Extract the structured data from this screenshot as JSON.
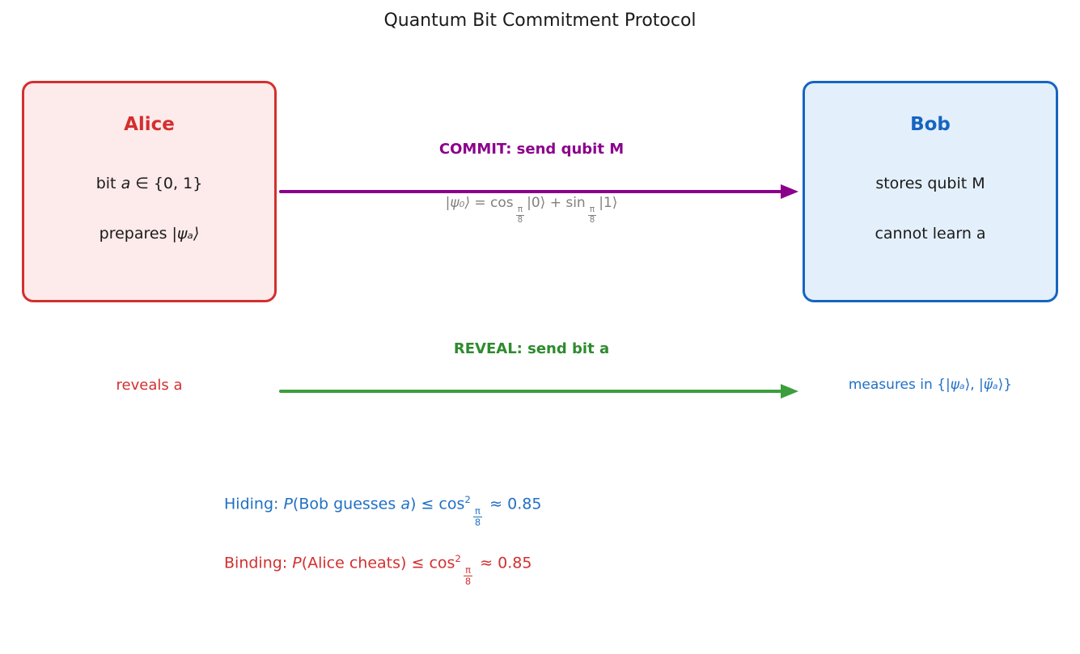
{
  "title": "Quantum Bit Commitment Protocol",
  "alice": {
    "title": "Alice",
    "line1": {
      "pre": "bit ",
      "var": "a",
      "post": " ∈ {0, 1}"
    },
    "line2": {
      "pre": "prepares ",
      "math": "|ψₐ⟩"
    }
  },
  "bob": {
    "title": "Bob",
    "line1": "stores qubit M",
    "line2": "cannot learn a"
  },
  "commit": {
    "label": "COMMIT: send qubit M",
    "formula": {
      "ket_psi": "|ψ₀⟩",
      "eq_cos": " = cos",
      "frac1_num": "π",
      "frac1_den": "8",
      "mid": "|0⟩ + sin",
      "frac2_num": "π",
      "frac2_den": "8",
      "post": "|1⟩"
    }
  },
  "reveal": {
    "label": "REVEAL: send bit a",
    "alice_action": "reveals a",
    "bob_action": {
      "pre": "measures in {|",
      "psi1": "ψₐ",
      "mid": "⟩, |",
      "psi2": "ψ̃ₐ",
      "post": "⟩}"
    }
  },
  "security": {
    "hiding": {
      "name": "Hiding: ",
      "p": "P",
      "body": "(Bob guesses ",
      "var": "a",
      "rel": ") ≤ cos",
      "sup": "2",
      "num": "π",
      "den": "8",
      "approx": " ≈ 0.85"
    },
    "binding": {
      "name": "Binding: ",
      "p": "P",
      "body": "(Alice cheats",
      "rel": ") ≤ cos",
      "sup": "2",
      "num": "π",
      "den": "8",
      "approx": " ≈ 0.85"
    }
  },
  "colors": {
    "alice_accent": "#d32f2f",
    "alice_fill": "#fdeaea",
    "bob_accent": "#1565c0",
    "bob_fill": "#e3effb",
    "commit_purple": "#8b008b",
    "reveal_green_label": "#2e8b2e",
    "reveal_green_arrow": "#3c9e3c",
    "formula_gray": "#808080",
    "hiding_blue": "#2170c4",
    "binding_red": "#d32f2f",
    "body_text": "#1a1a1a",
    "background": "#ffffff"
  }
}
